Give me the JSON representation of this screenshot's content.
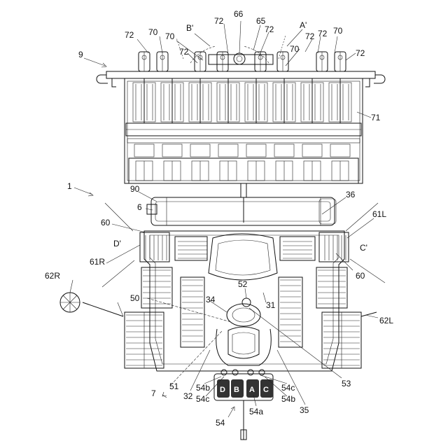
{
  "labels": {
    "l9": "9",
    "l72a": "72",
    "l70a": "70",
    "l70b": "70",
    "l72b": "72",
    "lBp": "B'",
    "l72c": "72",
    "l66": "66",
    "l65": "65",
    "l72d": "72",
    "lAp": "A'",
    "l72e": "72",
    "l70c": "70",
    "l72f": "72",
    "l70d": "70",
    "l72g": "72",
    "l71": "71",
    "l1": "1",
    "l90": "90",
    "l6": "6",
    "l36": "36",
    "l60a": "60",
    "l61L": "61L",
    "lDp": "D'",
    "lCp": "C'",
    "l61R": "61R",
    "l60b": "60",
    "l62R": "62R",
    "l52": "52",
    "l50": "50",
    "l34": "34",
    "l31": "31",
    "l62L": "62L",
    "l7": "7",
    "l51": "51",
    "l53": "53",
    "l32": "32",
    "l54b1": "54b",
    "l54c1": "54c",
    "l54c2": "54c",
    "l54b2": "54b",
    "l35": "35",
    "l54a": "54a",
    "l54": "54"
  },
  "buttons": {
    "D": "D",
    "B": "B",
    "A": "A",
    "C": "C"
  }
}
